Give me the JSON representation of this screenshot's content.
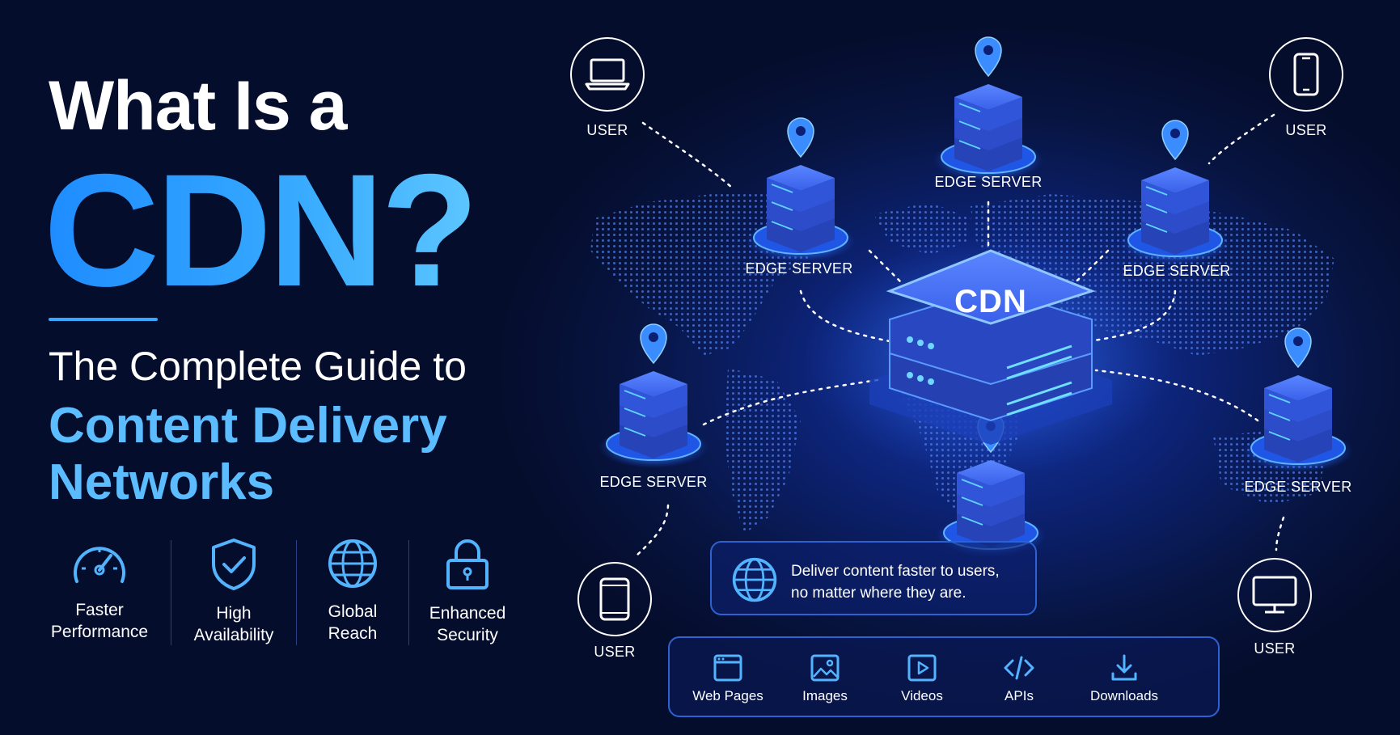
{
  "title": {
    "line1": "What Is a",
    "line2": "CDN?",
    "subtitle1": "The Complete Guide to",
    "subtitle2": "Content Delivery",
    "subtitle3": "Networks"
  },
  "features": [
    {
      "icon": "speedometer-icon",
      "label1": "Faster",
      "label2": "Performance"
    },
    {
      "icon": "shield-check-icon",
      "label1": "High",
      "label2": "Availability"
    },
    {
      "icon": "globe-icon",
      "label1": "Global",
      "label2": "Reach"
    },
    {
      "icon": "padlock-icon",
      "label1": "Enhanced",
      "label2": "Security"
    }
  ],
  "diagram": {
    "center_label": "CDN",
    "edge_label": "EDGE SERVER",
    "user_label": "USER",
    "users": [
      {
        "device": "laptop-icon",
        "label": "USER"
      },
      {
        "device": "phone-icon",
        "label": "USER"
      },
      {
        "device": "tablet-icon",
        "label": "USER"
      },
      {
        "device": "monitor-icon",
        "label": "USER"
      }
    ],
    "edges": [
      {
        "label": "EDGE SERVER"
      },
      {
        "label": "EDGE SERVER"
      },
      {
        "label": "EDGE SERVER"
      },
      {
        "label": "EDGE SERVER"
      },
      {
        "label": "EDGE SERVER"
      }
    ]
  },
  "message": {
    "icon": "globe-icon",
    "line1": "Deliver content faster to users,",
    "line2": "no matter where they are."
  },
  "content_types": [
    {
      "icon": "browser-window-icon",
      "label": "Web Pages"
    },
    {
      "icon": "image-icon",
      "label": "Images"
    },
    {
      "icon": "play-icon",
      "label": "Videos"
    },
    {
      "icon": "code-icon",
      "label": "APIs"
    },
    {
      "icon": "download-icon",
      "label": "Downloads"
    }
  ],
  "colors": {
    "background": "#061033",
    "accent": "#3aa7ff",
    "server": "#2f55e0",
    "glow": "#3f8bff"
  }
}
